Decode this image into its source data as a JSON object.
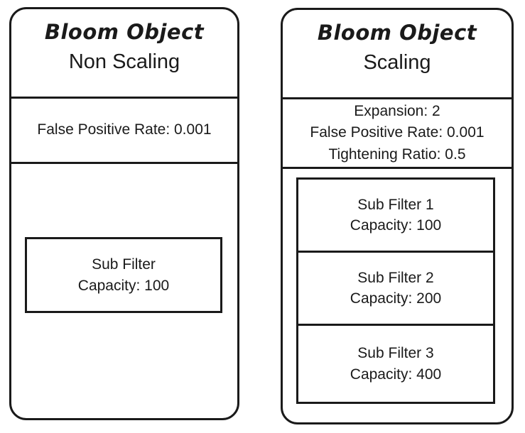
{
  "diagram": {
    "panels": [
      {
        "id": "non-scaling",
        "title": "Bloom Object",
        "subtitle": "Non Scaling",
        "params": [
          "False Positive Rate: 0.001"
        ],
        "sub_filters": [
          {
            "name": "Sub Filter",
            "capacity": "Capacity: 100"
          }
        ]
      },
      {
        "id": "scaling",
        "title": "Bloom Object",
        "subtitle": "Scaling",
        "params": [
          "Expansion: 2",
          "False Positive Rate: 0.001",
          "Tightening Ratio: 0.5"
        ],
        "sub_filters": [
          {
            "name": "Sub Filter 1",
            "capacity": "Capacity: 100"
          },
          {
            "name": "Sub Filter 2",
            "capacity": "Capacity: 200"
          },
          {
            "name": "Sub Filter 3",
            "capacity": "Capacity: 400"
          }
        ]
      }
    ],
    "colors": {
      "stroke": "#1a1a1a",
      "background": "#ffffff",
      "text": "#1a1a1a"
    }
  }
}
